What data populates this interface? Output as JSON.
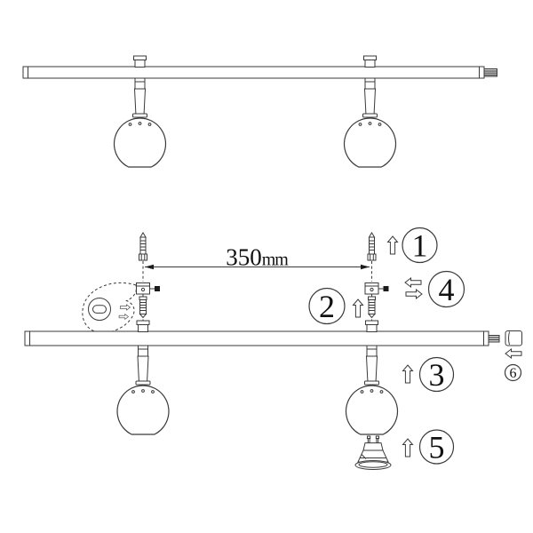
{
  "diagram": {
    "background": "#ffffff",
    "line_color": "#3a3a3a",
    "dimension": {
      "value": "350",
      "unit": "mm"
    },
    "steps": [
      "1",
      "2",
      "3",
      "4",
      "5",
      "6"
    ]
  }
}
